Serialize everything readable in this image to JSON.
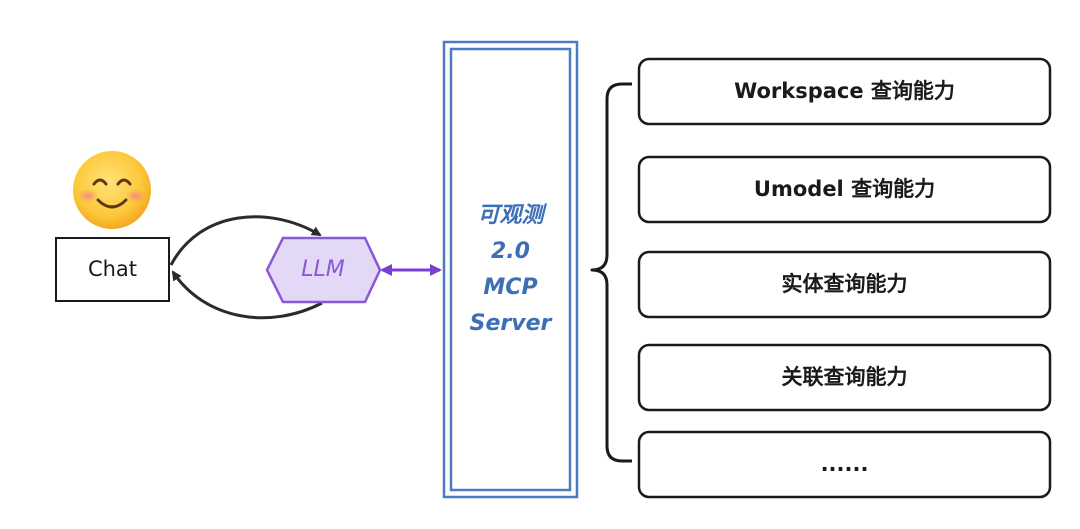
{
  "diagram": {
    "chat": {
      "label": "Chat"
    },
    "llm": {
      "label": "LLM"
    },
    "mcp_server": {
      "lines": [
        "可观测",
        "2.0",
        "MCP",
        "Server"
      ]
    },
    "capabilities": [
      {
        "label": "Workspace 查询能力"
      },
      {
        "label": "Umodel 查询能力"
      },
      {
        "label": "实体查询能力"
      },
      {
        "label": "关联查询能力"
      },
      {
        "label": "......"
      }
    ],
    "colors": {
      "llm_fill": "#e3d9f6",
      "llm_stroke": "#8a58d6",
      "llm_text": "#8a58d6",
      "mcp_border": "#4a7cc4",
      "mcp_text": "#3d6fb6",
      "link_arrow": "#7a3fd0",
      "box_stroke": "#1a1a1a"
    },
    "icons": {
      "user": "smiley-face-icon"
    }
  }
}
